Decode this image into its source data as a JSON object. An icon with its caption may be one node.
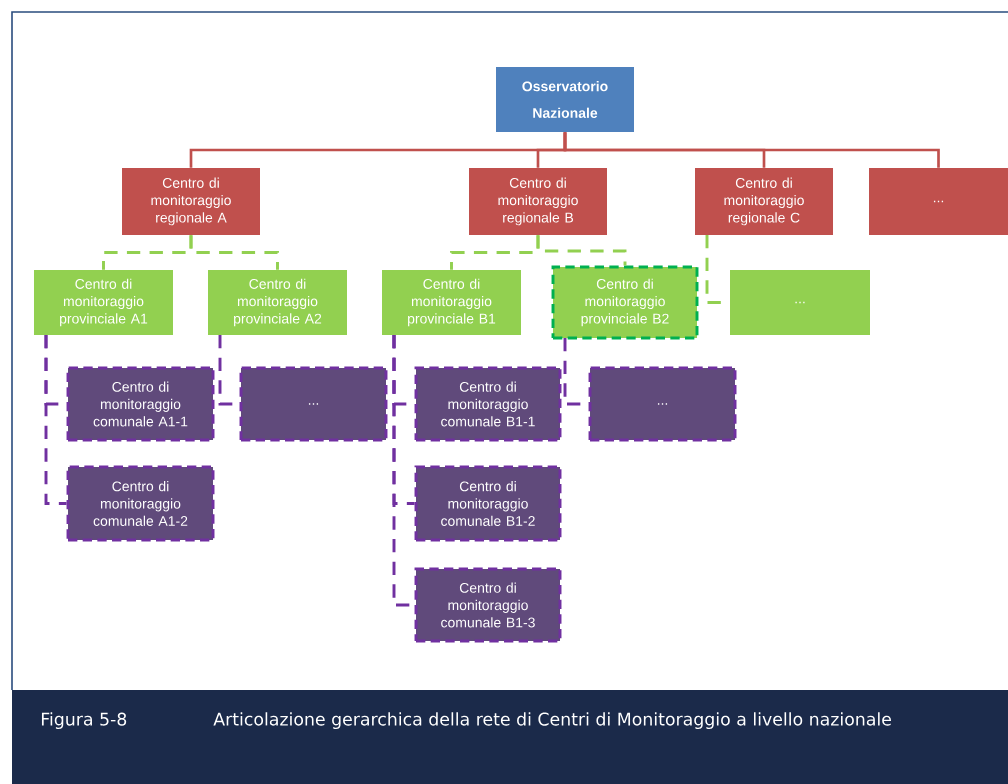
{
  "diagram": {
    "caption": "Articolazione gerarchica della rete di Centri di Monitoraggio a livello nazionale",
    "nodes": [
      {
        "text": [
          "Osservatorio Nazionale"
        ]
      },
      {
        "text": [
          "Centro di monitoraggio regionale A"
        ]
      },
      {
        "text": [
          "Centro di monitoraggio regionale B"
        ]
      },
      {
        "text": [
          "Centro di monitoraggio regionale C"
        ]
      },
      {
        "text": [
          "..."
        ]
      },
      {
        "text": [
          "Centro di monitoraggio provinciale A1"
        ]
      },
      {
        "text": [
          "Centro di monitoraggio provinciale A2"
        ]
      },
      {
        "text": [
          "Centro di monitoraggio provinciale B1"
        ]
      },
      {
        "text": [
          "Centro di monitoraggio provinciale B2"
        ]
      },
      {
        "text": [
          "..."
        ]
      },
      {
        "text": [
          "Centro di monitoraggio comunale A1-1"
        ]
      },
      {
        "text": [
          "..."
        ]
      },
      {
        "text": [
          "Centro di monitoraggio comunale B1-1"
        ]
      },
      {
        "text": [
          "..."
        ]
      },
      {
        "text": [
          "Centro di monitoraggio comunale A1-2"
        ]
      },
      {
        "text": [
          "Centro di monitoraggio comunale B1-2"
        ]
      },
      {
        "text": [
          "Centro di monitoraggio comunale B1-3"
        ]
      }
    ],
    "edges": [
      {
        "from": 0,
        "to": 1,
        "arrow": "none",
        "color": "#c0504d"
      },
      {
        "from": 0,
        "to": 2,
        "arrow": "none",
        "color": "#c0504d"
      },
      {
        "from": 0,
        "to": 3,
        "arrow": "none",
        "color": "#c0504d"
      },
      {
        "from": 0,
        "to": 4,
        "arrow": "none",
        "color": "#c0504d"
      },
      {
        "from": 1,
        "to": 5,
        "arrow": "none",
        "style": "dashed",
        "color": "#92d050"
      },
      {
        "from": 1,
        "to": 6,
        "arrow": "none",
        "style": "dashed",
        "color": "#92d050"
      },
      {
        "from": 2,
        "to": 7,
        "arrow": "none",
        "style": "dashed",
        "color": "#92d050"
      },
      {
        "from": 2,
        "to": 8,
        "arrow": "none",
        "style": "dashed",
        "color": "#92d050"
      },
      {
        "from": 3,
        "to": 9,
        "arrow": "none",
        "style": "dashed",
        "color": "#92d050"
      },
      {
        "from": 5,
        "to": 10,
        "arrow": "none",
        "style": "dashed",
        "color": "#7030a0"
      },
      {
        "from": 5,
        "to": 14,
        "arrow": "none",
        "style": "dashed",
        "color": "#7030a0"
      },
      {
        "from": 6,
        "to": 11,
        "arrow": "none",
        "style": "dashed",
        "color": "#7030a0"
      },
      {
        "from": 7,
        "to": 12,
        "arrow": "none",
        "style": "dashed",
        "color": "#7030a0"
      },
      {
        "from": 7,
        "to": 15,
        "arrow": "none",
        "style": "dashed",
        "color": "#7030a0"
      },
      {
        "from": 7,
        "to": 16,
        "arrow": "none",
        "style": "dashed",
        "color": "#7030a0"
      },
      {
        "from": 8,
        "to": 13,
        "arrow": "none",
        "style": "dashed",
        "color": "#7030a0"
      }
    ],
    "labels": [
      "Figura 5-8"
    ]
  }
}
